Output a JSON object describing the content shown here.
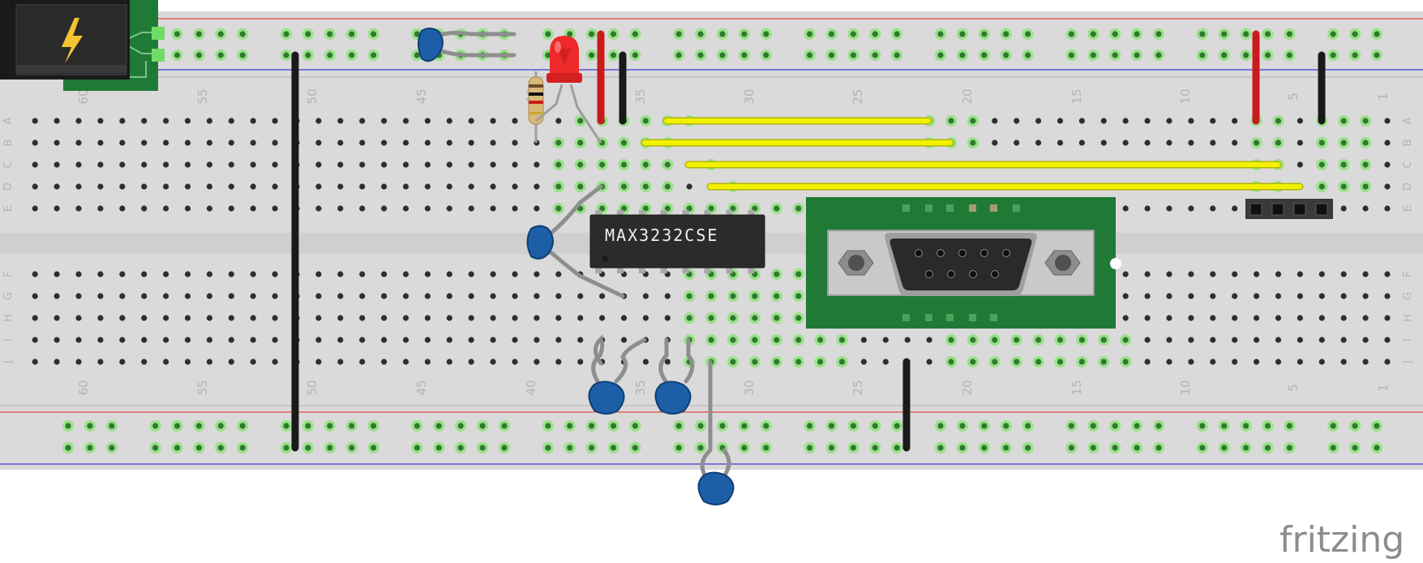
{
  "diagram": {
    "software_logo": "fritzing",
    "ic_chip_label": "MAX3232CSE",
    "breadboard": {
      "column_numbers": [
        "60",
        "55",
        "50",
        "45",
        "40",
        "35",
        "30",
        "25",
        "20",
        "15",
        "10",
        "5",
        "1"
      ],
      "row_letters_top": [
        "A",
        "B",
        "C",
        "D",
        "E"
      ],
      "row_letters_bottom": [
        "F",
        "G",
        "H",
        "I",
        "J"
      ]
    },
    "colors": {
      "breadboard": "#dadada",
      "pcb_green": "#1f7a35",
      "rail_red": "#e34b4b",
      "rail_blue": "#3b3bd6",
      "wire_yellow": "#f2f200",
      "wire_red": "#c81c1c",
      "wire_black": "#1a1a1a",
      "capacitor_blue": "#1d5fa6",
      "led_red": "#ee2a2a",
      "hole_highlight": "#8fe07c"
    },
    "components": [
      {
        "name": "power-jack",
        "icon": "lightning-icon"
      },
      {
        "name": "led"
      },
      {
        "name": "resistor"
      },
      {
        "name": "ic-chip"
      },
      {
        "name": "db9-connector"
      },
      {
        "name": "header-pins"
      },
      {
        "name": "capacitor",
        "count": 5
      }
    ]
  }
}
